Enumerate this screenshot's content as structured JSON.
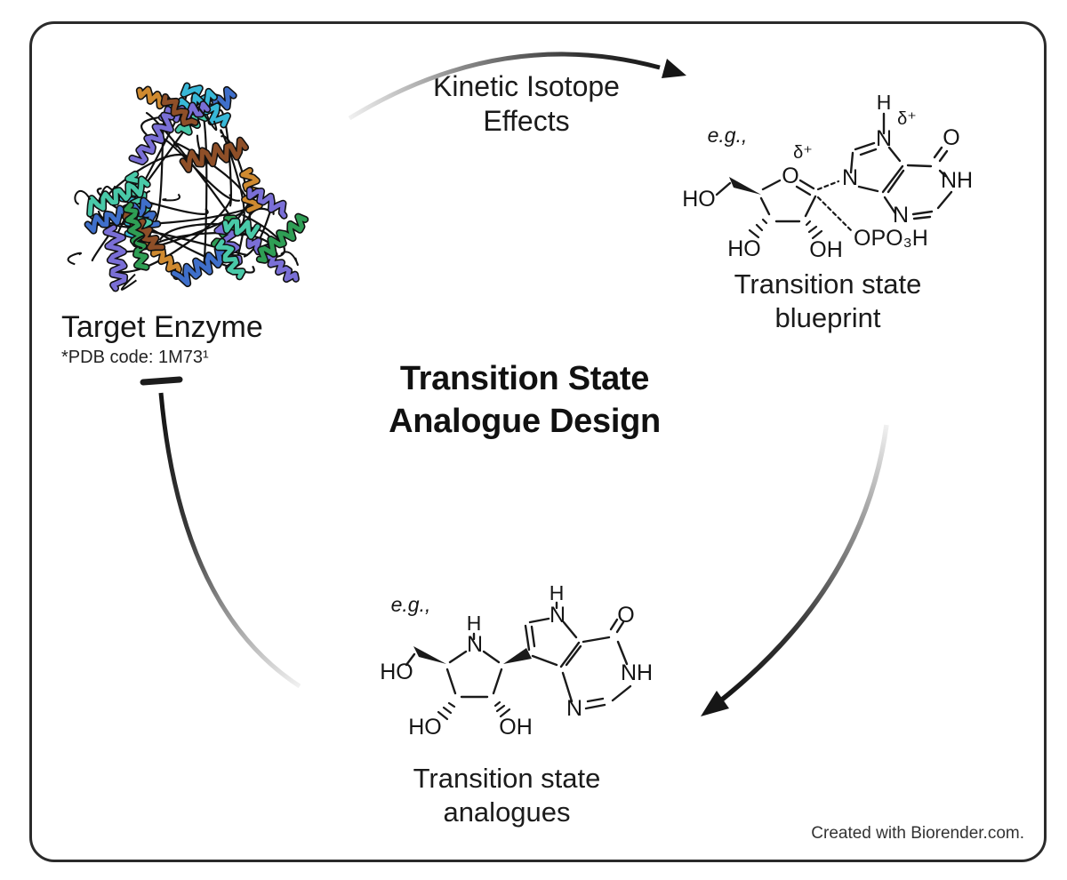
{
  "title": {
    "line1": "Transition State",
    "line2": "Analogue Design"
  },
  "arrows": {
    "kie_label_line1": "Kinetic Isotope",
    "kie_label_line2": "Effects"
  },
  "nodes": {
    "target_enzyme": {
      "label": "Target Enzyme",
      "sublabel": "*PDB code: 1M73¹"
    },
    "blueprint": {
      "label_line1": "Transition state",
      "label_line2": "blueprint"
    },
    "analogues": {
      "label_line1": "Transition state",
      "label_line2": "analogues"
    }
  },
  "molecules": {
    "blueprint": {
      "labels": {
        "eg": "e.g.,",
        "deltaRibose": "δ⁺",
        "oRing": "O",
        "hoCh2": "HO",
        "ho3": "HO",
        "oh2": "OH",
        "opo3h": "OPO₃H",
        "h7": "H",
        "delta7": "δ⁺",
        "n7": "N",
        "n9": "N",
        "oC": "O",
        "nh1": "NH",
        "n3": "N"
      }
    },
    "analogue": {
      "labels": {
        "eg": "e.g.,",
        "hN": "H",
        "nRing": "N",
        "hoCh2": "HO",
        "ho3": "HO",
        "oh2": "OH",
        "h5": "H",
        "n5": "N",
        "oC": "O",
        "nh3": "NH",
        "n1": "N"
      }
    }
  },
  "protein": {
    "palette": [
      "#3f6fca",
      "#7a6fd6",
      "#38b8d8",
      "#2f9e55",
      "#cf8a30",
      "#8e4f28",
      "#5a8de0",
      "#49c9a8"
    ],
    "outline": "#101010"
  },
  "colors": {
    "ink": "#1a1a1a",
    "arrow_dark": "#161616"
  },
  "footer": {
    "credit": "Created with Biorender.com."
  }
}
